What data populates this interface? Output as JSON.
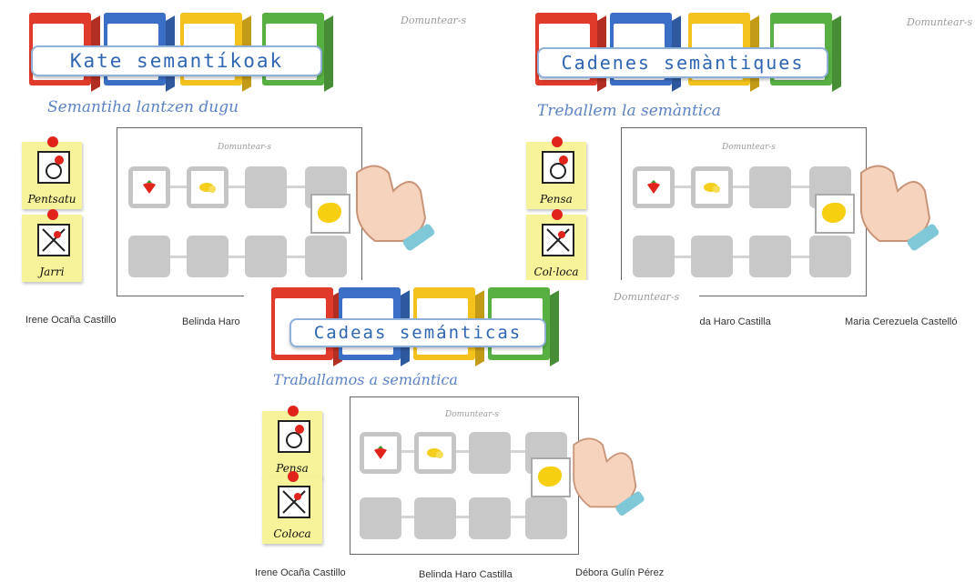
{
  "colors": {
    "title_text": "#2f66b3",
    "subtitle_text": "#5b82c6",
    "card_yellow": "#f7f39a",
    "pin_red": "#e0241b",
    "slot_gray": "#c8c8c8",
    "block_red": "#e03a2b",
    "block_blue": "#3b6fc6",
    "block_yellow": "#f4c21d",
    "block_green": "#58b043"
  },
  "panels": [
    {
      "title": "Kate semantíkoak",
      "subtitle": "Semantiha lantzen dugu",
      "logo": "Domuntear-s",
      "cards": [
        "Pentsatu",
        "Jarri"
      ],
      "authors": [
        "Irene Ocaña Castillo",
        "Belinda Haro"
      ]
    },
    {
      "title": "Cadenes semàntiques",
      "subtitle": "Treballem la semàntica",
      "logo": "Domuntear-s",
      "cards": [
        "Pensa",
        "Col·loca"
      ],
      "authors": [
        "Belinda Haro Castilla",
        "Maria Cerezuela Castelló"
      ]
    },
    {
      "title": "Cadeas semánticas",
      "subtitle": "Traballamos a semántica",
      "logo": "Domuntear-s",
      "cards": [
        "Pensa",
        "Coloca"
      ],
      "authors": [
        "Irene Ocaña Castillo",
        "Belinda Haro Castilla",
        "Débora Gulín Pérez"
      ]
    }
  ],
  "icons": {
    "strawberry": "strawberry-icon",
    "lemon": "lemon-icon",
    "paint": "yellow-paint-icon",
    "hand": "hand-icon",
    "think": "think-icon",
    "place": "place-icon"
  }
}
